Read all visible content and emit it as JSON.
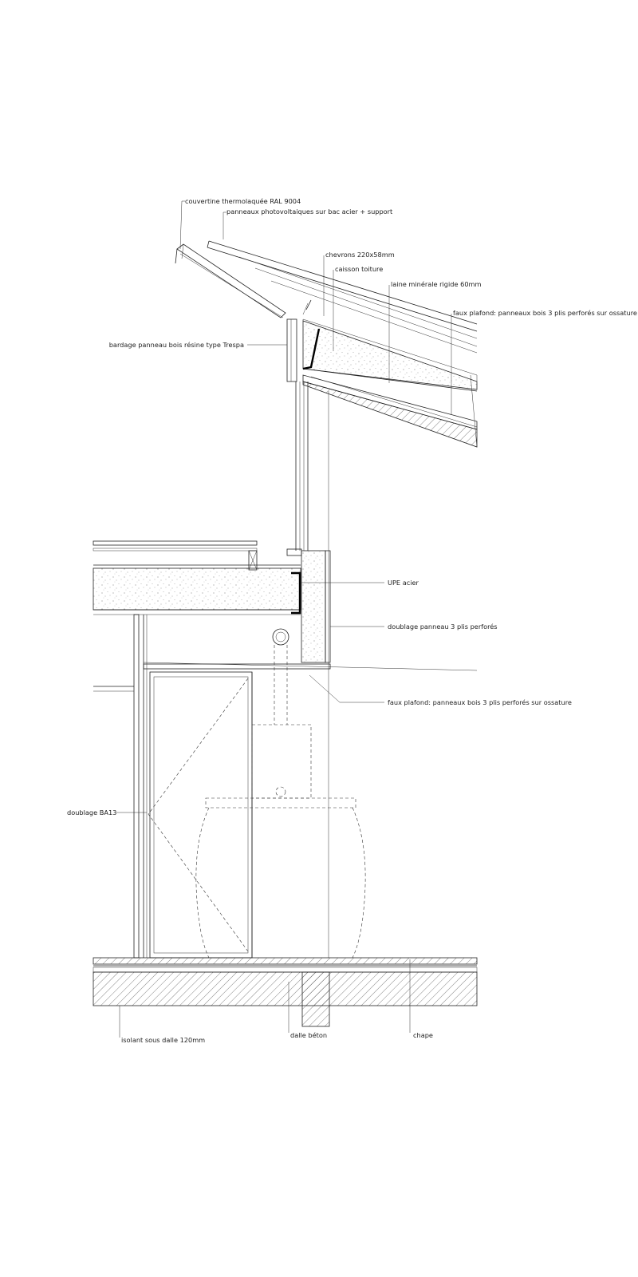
{
  "drawing": {
    "labels": {
      "couvertine": "couvertine thermolaquée RAL 9004",
      "panneaux_pv": "panneaux photovoltaiques sur bac acier + support",
      "chevrons": "chevrons 220x58mm",
      "caisson": "caisson toiture",
      "laine": "laine minérale rigide 60mm",
      "faux_plafond_toit": "faux plafond: panneaux bois 3 plis perforés sur ossature",
      "bardage": "bardage panneau bois résine type Trespa",
      "upe": "UPE acier",
      "doublage_panneau": "doublage panneau 3 plis perforés",
      "faux_plafond_bas": "faux plafond: panneaux bois 3 plis perforés sur ossature",
      "doublage_ba13": "doublage BA13",
      "isolant": "isolant sous dalle 120mm",
      "dalle": "dalle béton",
      "chape": "chape"
    }
  }
}
